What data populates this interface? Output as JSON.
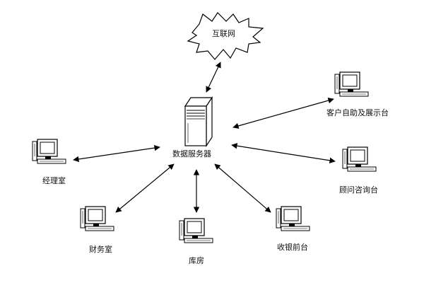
{
  "diagram": {
    "internet_label": "互联网",
    "server_label": "数据服务器",
    "nodes": [
      {
        "id": "client",
        "label": "客户自助及展示台"
      },
      {
        "id": "consult",
        "label": "顾问咨询台"
      },
      {
        "id": "cashier",
        "label": "收银前台"
      },
      {
        "id": "storage",
        "label": "库房"
      },
      {
        "id": "finance",
        "label": "财务室"
      },
      {
        "id": "manager",
        "label": "经理室"
      }
    ],
    "line_color": "#000000",
    "icon_names": [
      "cloud-icon",
      "server-icon",
      "computer-icon",
      "double-arrow-icon"
    ]
  }
}
